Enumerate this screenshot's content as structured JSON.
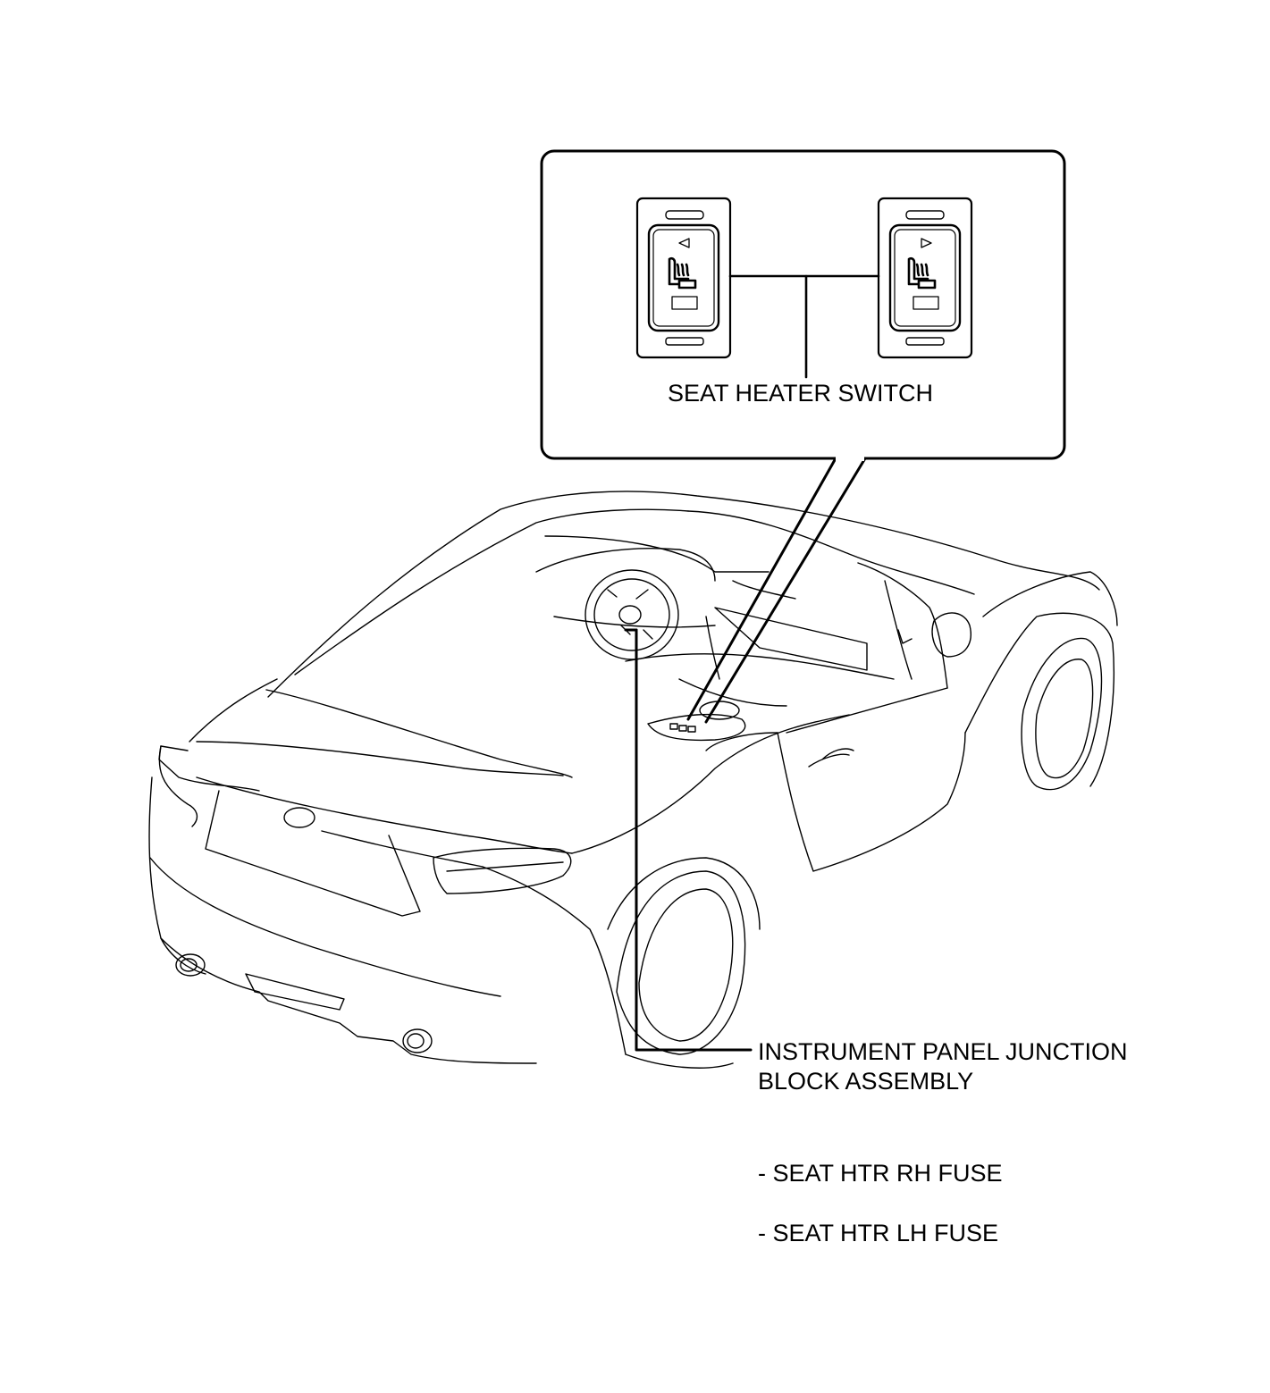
{
  "callouts": {
    "seat_heater_switch": "SEAT HEATER SWITCH",
    "junction_block_line1": "INSTRUMENT PANEL JUNCTION",
    "junction_block_line2": "BLOCK ASSEMBLY",
    "fuses": [
      "- SEAT HTR RH FUSE",
      "- SEAT HTR LH FUSE"
    ]
  },
  "colors": {
    "line": "#000000",
    "background": "#ffffff"
  }
}
